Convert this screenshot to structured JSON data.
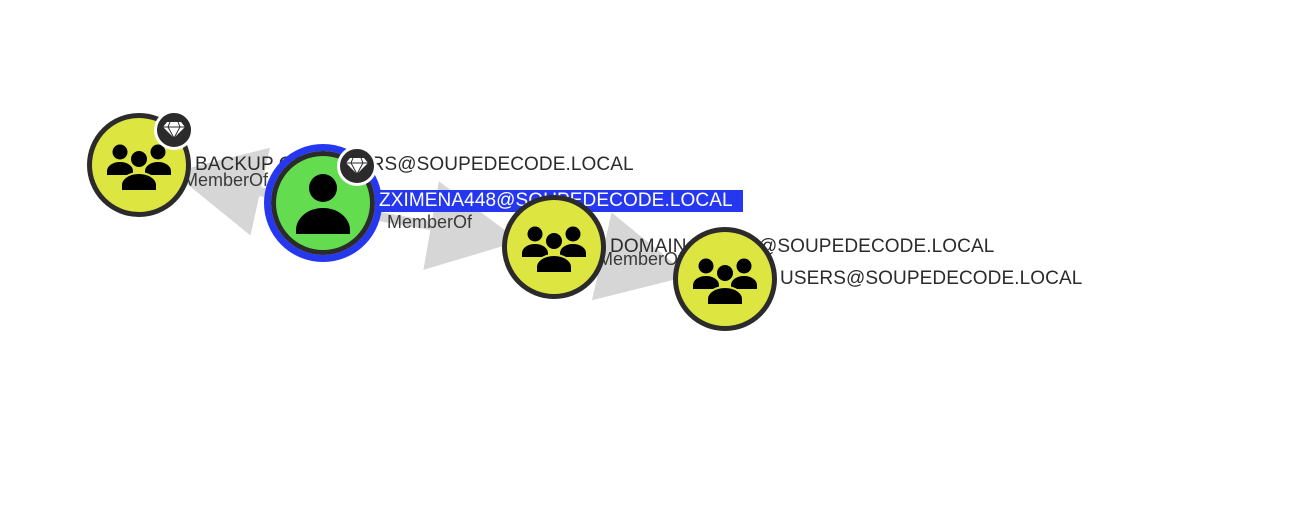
{
  "graph": {
    "nodes": [
      {
        "id": "backup",
        "label": "BACKUP OPERATORS@SOUPEDECODE.LOCAL",
        "type": "group",
        "icon": "group-icon",
        "badge": "diamond-icon"
      },
      {
        "id": "user",
        "label": "ZXIMENA448@SOUPEDECODE.LOCAL",
        "type": "user",
        "icon": "user-icon",
        "badge": "diamond-icon",
        "selected": true
      },
      {
        "id": "domain_users",
        "label": "DOMAIN USERS@SOUPEDECODE.LOCAL",
        "type": "group",
        "icon": "group-icon"
      },
      {
        "id": "users",
        "label": "USERS@SOUPEDECODE.LOCAL",
        "type": "group",
        "icon": "group-icon"
      }
    ],
    "edges": [
      {
        "from": "user",
        "to": "backup",
        "label": "MemberOf"
      },
      {
        "from": "user",
        "to": "domain_users",
        "label": "MemberOf"
      },
      {
        "from": "domain_users",
        "to": "users",
        "label": "MemberOf"
      }
    ],
    "colors": {
      "group_fill": "#dde641",
      "user_fill": "#63dd4f",
      "node_border": "#2b2b2b",
      "selection": "#2638ef",
      "edge": "#d6d6d6"
    }
  }
}
